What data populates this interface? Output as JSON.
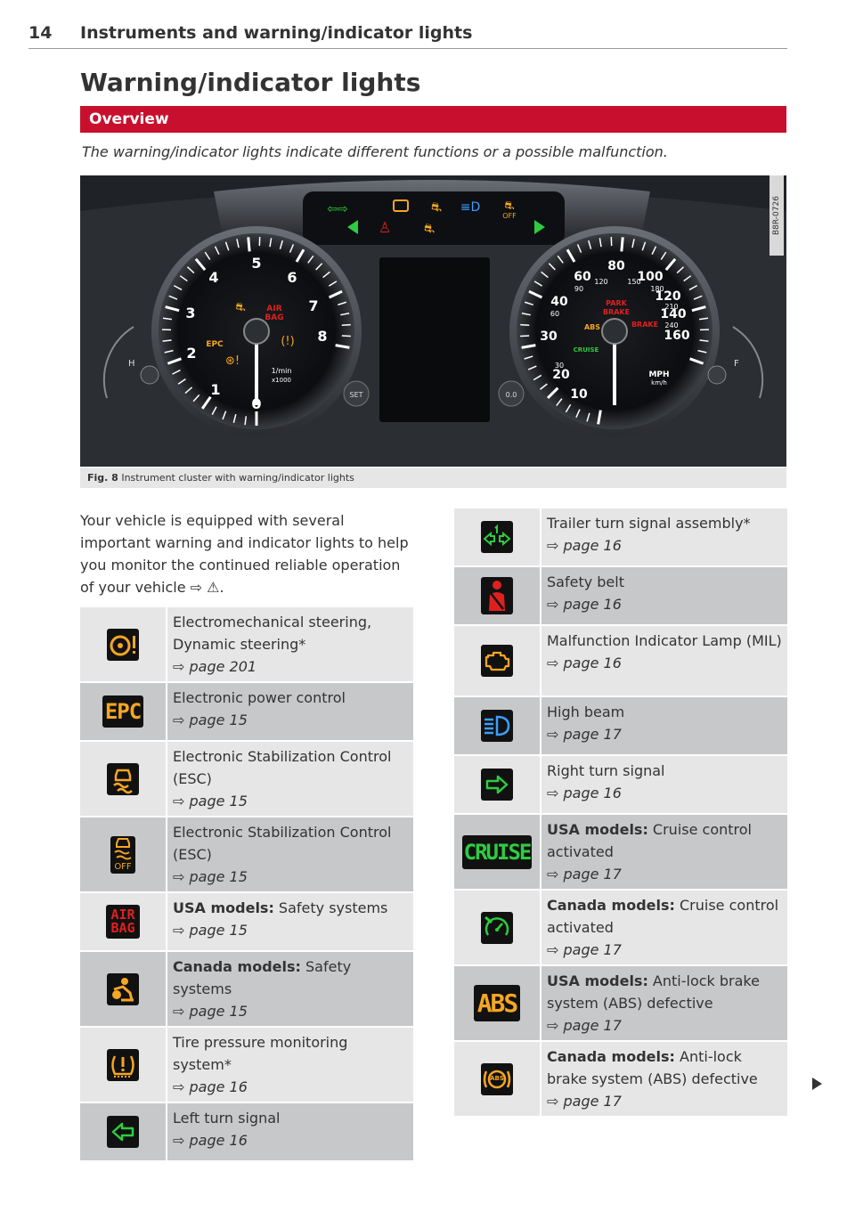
{
  "header": {
    "page_number": "14",
    "running_title": "Instruments and warning/indicator lights"
  },
  "section_title": "Warning/indicator lights",
  "overview_label": "Overview",
  "intro": "The warning/indicator lights indicate different functions or a possible malfunction.",
  "figure": {
    "id_code": "B8R-0726",
    "caption_label": "Fig. 8",
    "caption_text": "Instrument cluster with warning/indicator lights",
    "tach": {
      "numerals": [
        "0",
        "1",
        "2",
        "3",
        "4",
        "5",
        "6",
        "7",
        "8"
      ],
      "icon_labels": {
        "air": "AIR",
        "bag": "BAG",
        "epc": "EPC",
        "unit": "1/min",
        "mult": "x1000"
      }
    },
    "speedo": {
      "mph_numerals": [
        "10",
        "20",
        "30",
        "40",
        "60",
        "80",
        "100",
        "120",
        "140",
        "160"
      ],
      "kmh_numerals": [
        "30",
        "60",
        "90",
        "120",
        "150",
        "180",
        "210",
        "240"
      ],
      "labels": {
        "park": "PARK",
        "brake_small": "BRAKE",
        "brake": "BRAKE",
        "abs": "ABS",
        "cruise": "CRUISE",
        "mph": "MPH",
        "kmh": "km/h"
      }
    },
    "buttons": {
      "left": "SET",
      "right": "0.0"
    },
    "gauge_labels": {
      "hot": "H",
      "full": "F"
    },
    "top_labels": {
      "off": "OFF"
    },
    "colors": {
      "amber": "#f5a623",
      "red": "#e02020",
      "green": "#2ecc40",
      "blue": "#3aa0ff"
    }
  },
  "lead_text": "Your vehicle is equipped with several important warning and indicator lights to help you monitor the continued reliable operation of your vehicle ⇨ ⚠.",
  "left_table": [
    {
      "icon": "steering-warning-icon",
      "desc": "Electromechanical steering, Dynamic steering*",
      "ref": "⇨ page 201"
    },
    {
      "icon": "epc-icon",
      "icon_text": "EPC",
      "desc": "Electronic power control",
      "ref": "⇨ page 15"
    },
    {
      "icon": "esc-icon",
      "desc": "Electronic Stabilization Control (ESC)",
      "ref": "⇨ page 15"
    },
    {
      "icon": "esc-off-icon",
      "icon_text": "OFF",
      "desc": "Electronic Stabilization Control (ESC)",
      "ref": "⇨ page 15"
    },
    {
      "icon": "airbag-icon",
      "icon_text_1": "AIR",
      "icon_text_2": "BAG",
      "bold": "USA models:",
      "desc": " Safety systems",
      "ref": "⇨ page 15"
    },
    {
      "icon": "airbag-person-icon",
      "bold": "Canada models:",
      "desc": " Safety systems",
      "ref": "⇨ page 15"
    },
    {
      "icon": "tire-pressure-icon",
      "desc": "Tire pressure monitoring system*",
      "ref": "⇨ page 16"
    },
    {
      "icon": "left-turn-signal-icon",
      "desc": "Left turn signal",
      "ref": "⇨ page 16"
    }
  ],
  "right_table": [
    {
      "icon": "trailer-turn-signal-icon",
      "desc": "Trailer turn signal assembly*",
      "ref": "⇨ page 16"
    },
    {
      "icon": "safety-belt-icon",
      "desc": "Safety belt",
      "ref": "⇨ page 16"
    },
    {
      "icon": "engine-mil-icon",
      "desc": "Malfunction Indicator Lamp (MIL)",
      "ref": "⇨ page 16"
    },
    {
      "icon": "high-beam-icon",
      "desc": "High beam",
      "ref": "⇨ page 17"
    },
    {
      "icon": "right-turn-signal-icon",
      "desc": "Right turn signal",
      "ref": "⇨ page 16"
    },
    {
      "icon": "cruise-icon",
      "icon_text": "CRUISE",
      "bold": "USA models:",
      "desc": " Cruise control activated",
      "ref": "⇨ page 17"
    },
    {
      "icon": "cruise-speedometer-icon",
      "bold": "Canada models:",
      "desc": " Cruise control activated",
      "ref": "⇨ page 17"
    },
    {
      "icon": "abs-usa-icon",
      "icon_text": "ABS",
      "bold": "USA models:",
      "desc": " Anti-lock brake system (ABS) defective",
      "ref": "⇨ page 17"
    },
    {
      "icon": "abs-canada-icon",
      "icon_text": "ABS",
      "bold": "Canada models:",
      "desc": " Anti-lock brake system (ABS) defective",
      "ref": "⇨ page 17"
    }
  ]
}
